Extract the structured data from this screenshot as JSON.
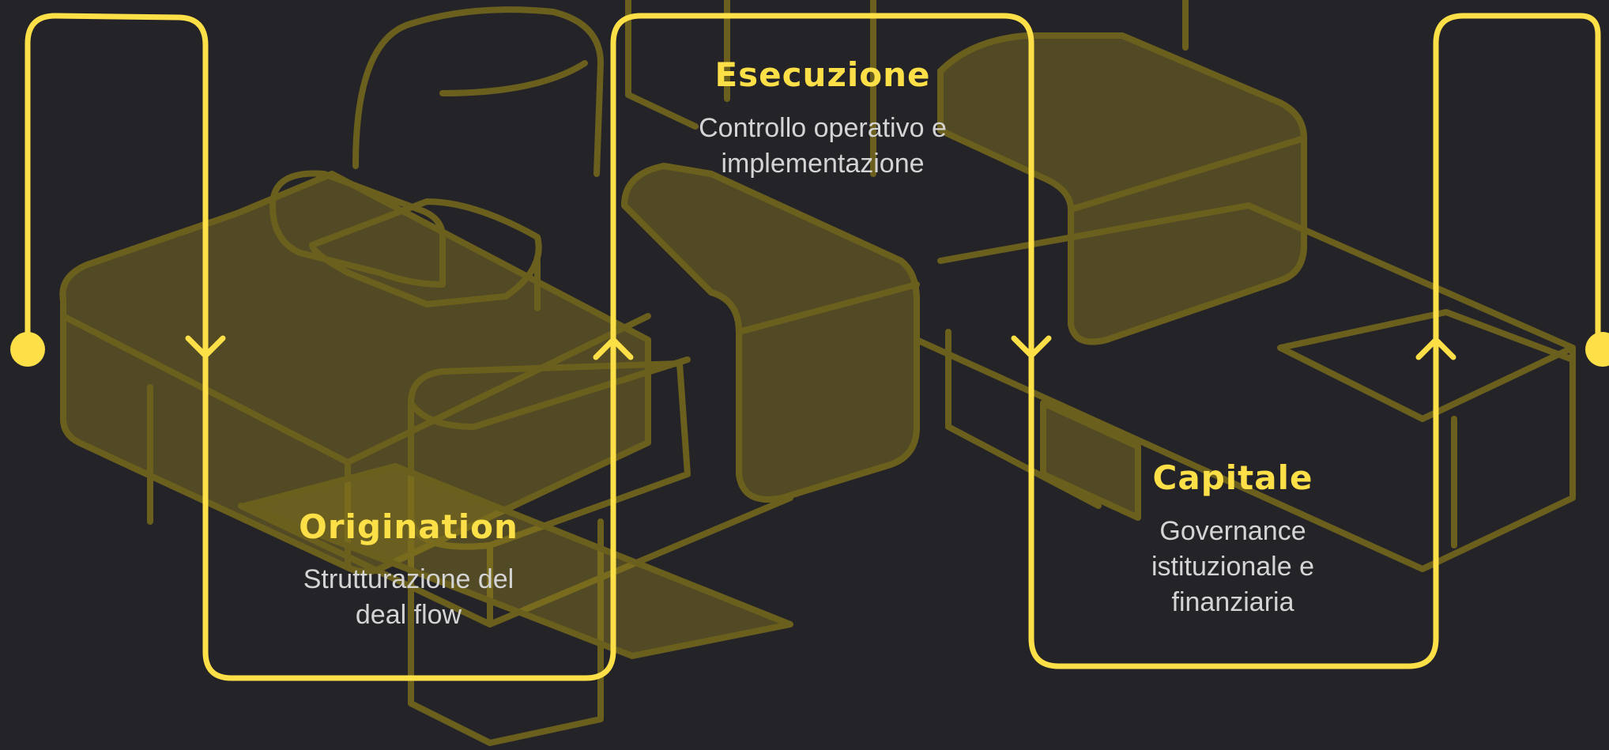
{
  "colors": {
    "background": "#242428",
    "accent": "#fde047",
    "illustration_fill": "#8a7a1f",
    "illustration_stroke": "#6b5f1e",
    "description_text": "#d4d4d4"
  },
  "steps": [
    {
      "title": "Esecuzione",
      "description": "Controllo operativo e\nimplementazione"
    },
    {
      "title": "Origination",
      "description": "Strutturazione del\ndeal flow"
    },
    {
      "title": "Capitale",
      "description": "Governance\nistituzionale e\nfinanziaria"
    }
  ],
  "icons": {
    "flow_path": "looping-process-line",
    "arrow_down": "chevron-down-icon",
    "arrow_up": "chevron-up-icon",
    "endpoint": "dot-icon",
    "background": "isometric-blocks-illustration"
  }
}
